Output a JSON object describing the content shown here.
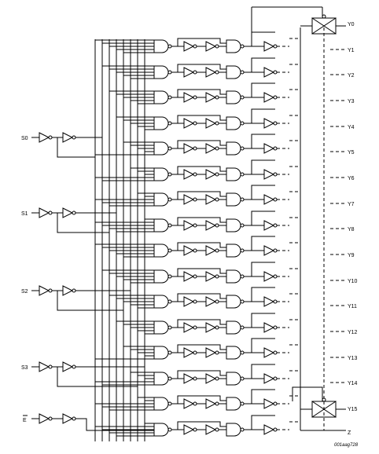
{
  "inputs": {
    "s0": "S0",
    "s1": "S1",
    "s2": "S2",
    "s3": "S3",
    "e": "E"
  },
  "outputs": [
    "Y0",
    "Y1",
    "Y2",
    "Y3",
    "Y4",
    "Y5",
    "Y6",
    "Y7",
    "Y8",
    "Y9",
    "Y10",
    "Y11",
    "Y12",
    "Y13",
    "Y14",
    "Y15"
  ],
  "common": "Z",
  "figure_code": "001aag728"
}
